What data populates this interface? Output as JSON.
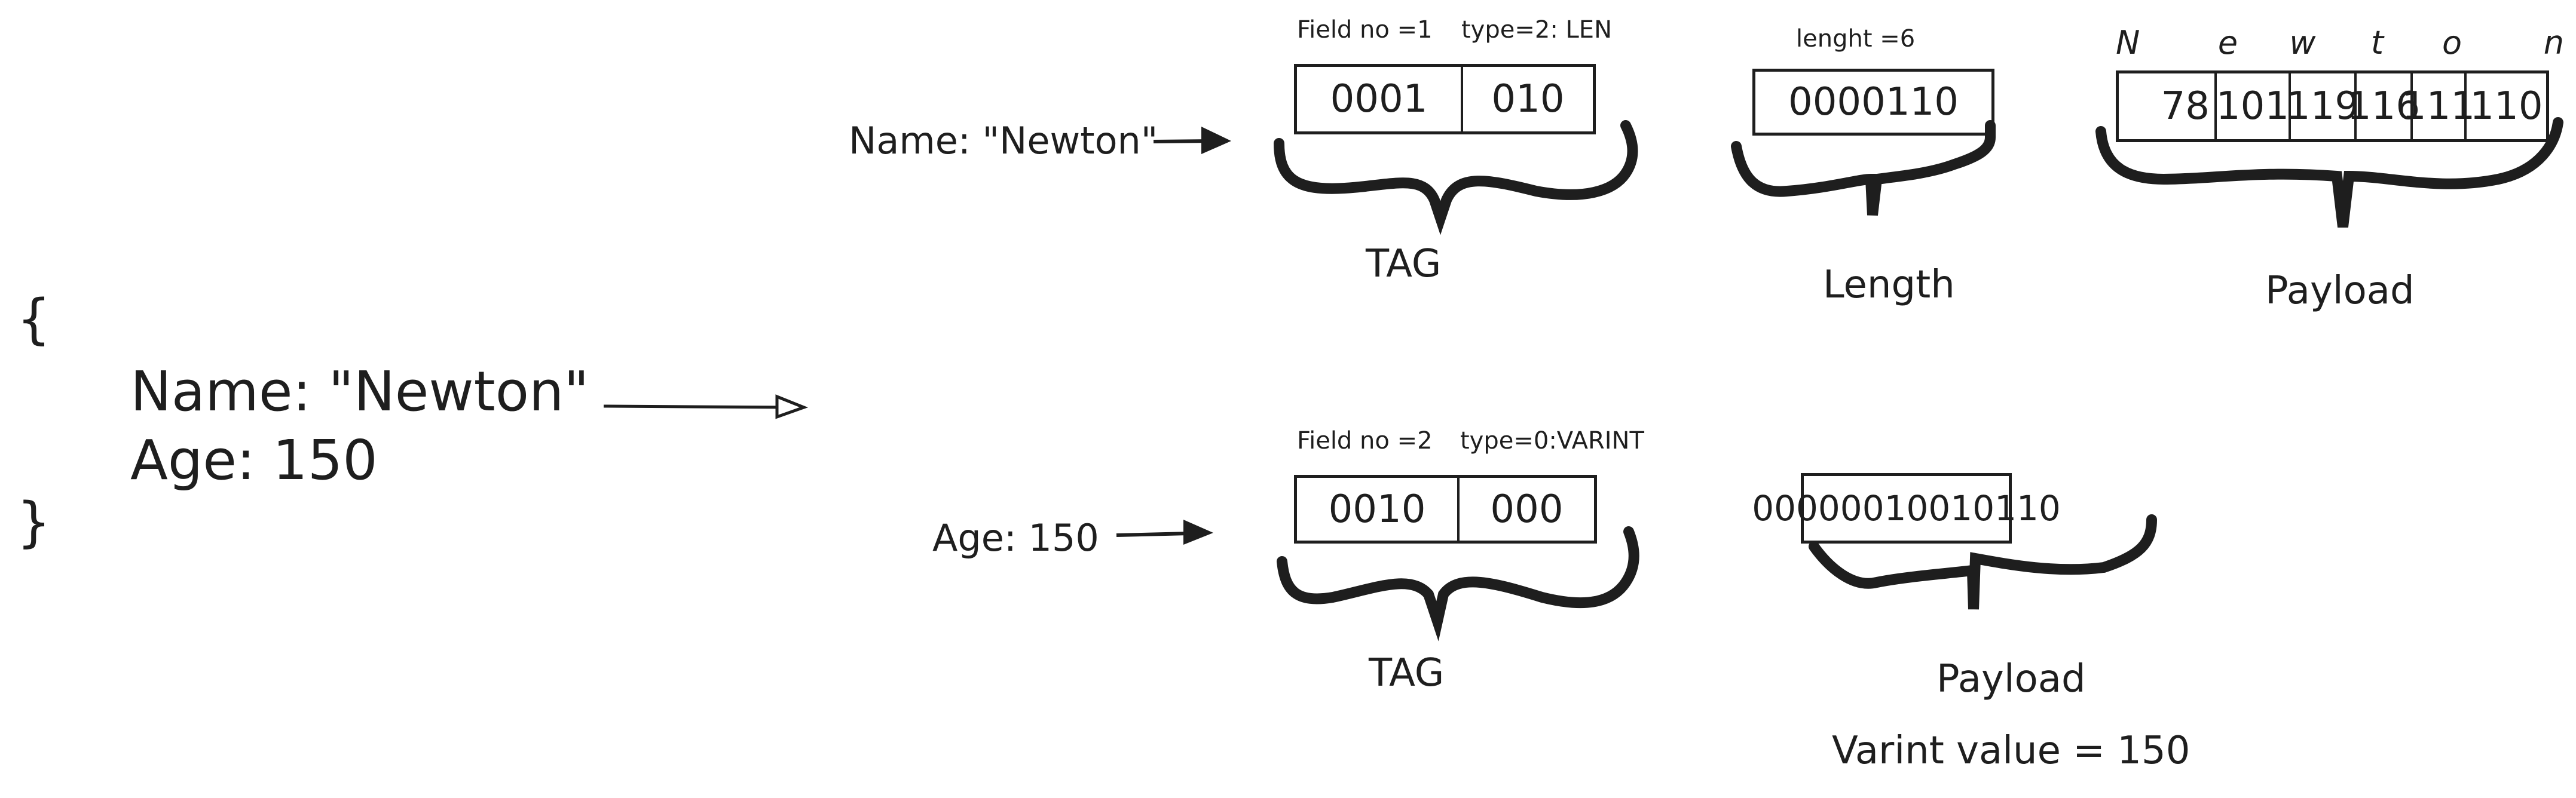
{
  "source_object": {
    "open_brace": "{",
    "close_brace": "}",
    "lines": [
      "Name: \"Newton\"",
      "Age: 150"
    ]
  },
  "field1": {
    "input_label": "Name: \"Newton\"",
    "tag": {
      "field_no_note": "Field no =1",
      "type_note": "type=2: LEN",
      "bits": [
        "0001",
        "010"
      ],
      "caption": "TAG"
    },
    "length": {
      "note": "lenght =6",
      "bits": "0000110",
      "caption": "Length"
    },
    "payload": {
      "chars": [
        "N",
        "e",
        "w",
        "t",
        "o",
        "n"
      ],
      "bytes": [
        "78",
        "101",
        "119",
        "116",
        "111",
        "110"
      ],
      "caption": "Payload"
    }
  },
  "field2": {
    "input_label": "Age: 150",
    "tag": {
      "field_no_note": "Field no =2",
      "type_note": "type=0:VARINT",
      "bits": [
        "0010",
        "000"
      ],
      "caption": "TAG"
    },
    "payload": {
      "bits": "00000010010110",
      "caption": "Payload",
      "note": "Varint value = 150"
    }
  },
  "colors": {
    "ink": "#1e1e1e",
    "background": "#ffffff"
  }
}
